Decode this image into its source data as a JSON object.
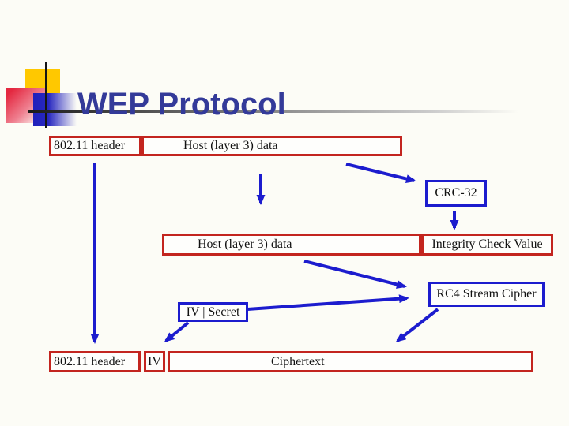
{
  "title": "WEP Protocol",
  "diagram": {
    "plaintext_frame": {
      "header": "802.11 header",
      "payload": "Host (layer 3) data"
    },
    "crc_box": "CRC-32",
    "integrity_frame": {
      "payload": "Host (layer 3) data",
      "icv": "Integrity Check Value"
    },
    "rc4_box": "RC4 Stream Cipher",
    "key_box": "IV | Secret",
    "encrypted_frame": {
      "header": "802.11 header",
      "iv": "IV",
      "ciphertext": "Ciphertext"
    }
  },
  "colors": {
    "title_text": "#333a99",
    "frame_border": "#c3251f",
    "process_border": "#1c1cce",
    "arrow": "#1c1cce",
    "accent_yellow": "#ffc800",
    "accent_pink": "#e42840",
    "background": "#fcfcf6"
  }
}
